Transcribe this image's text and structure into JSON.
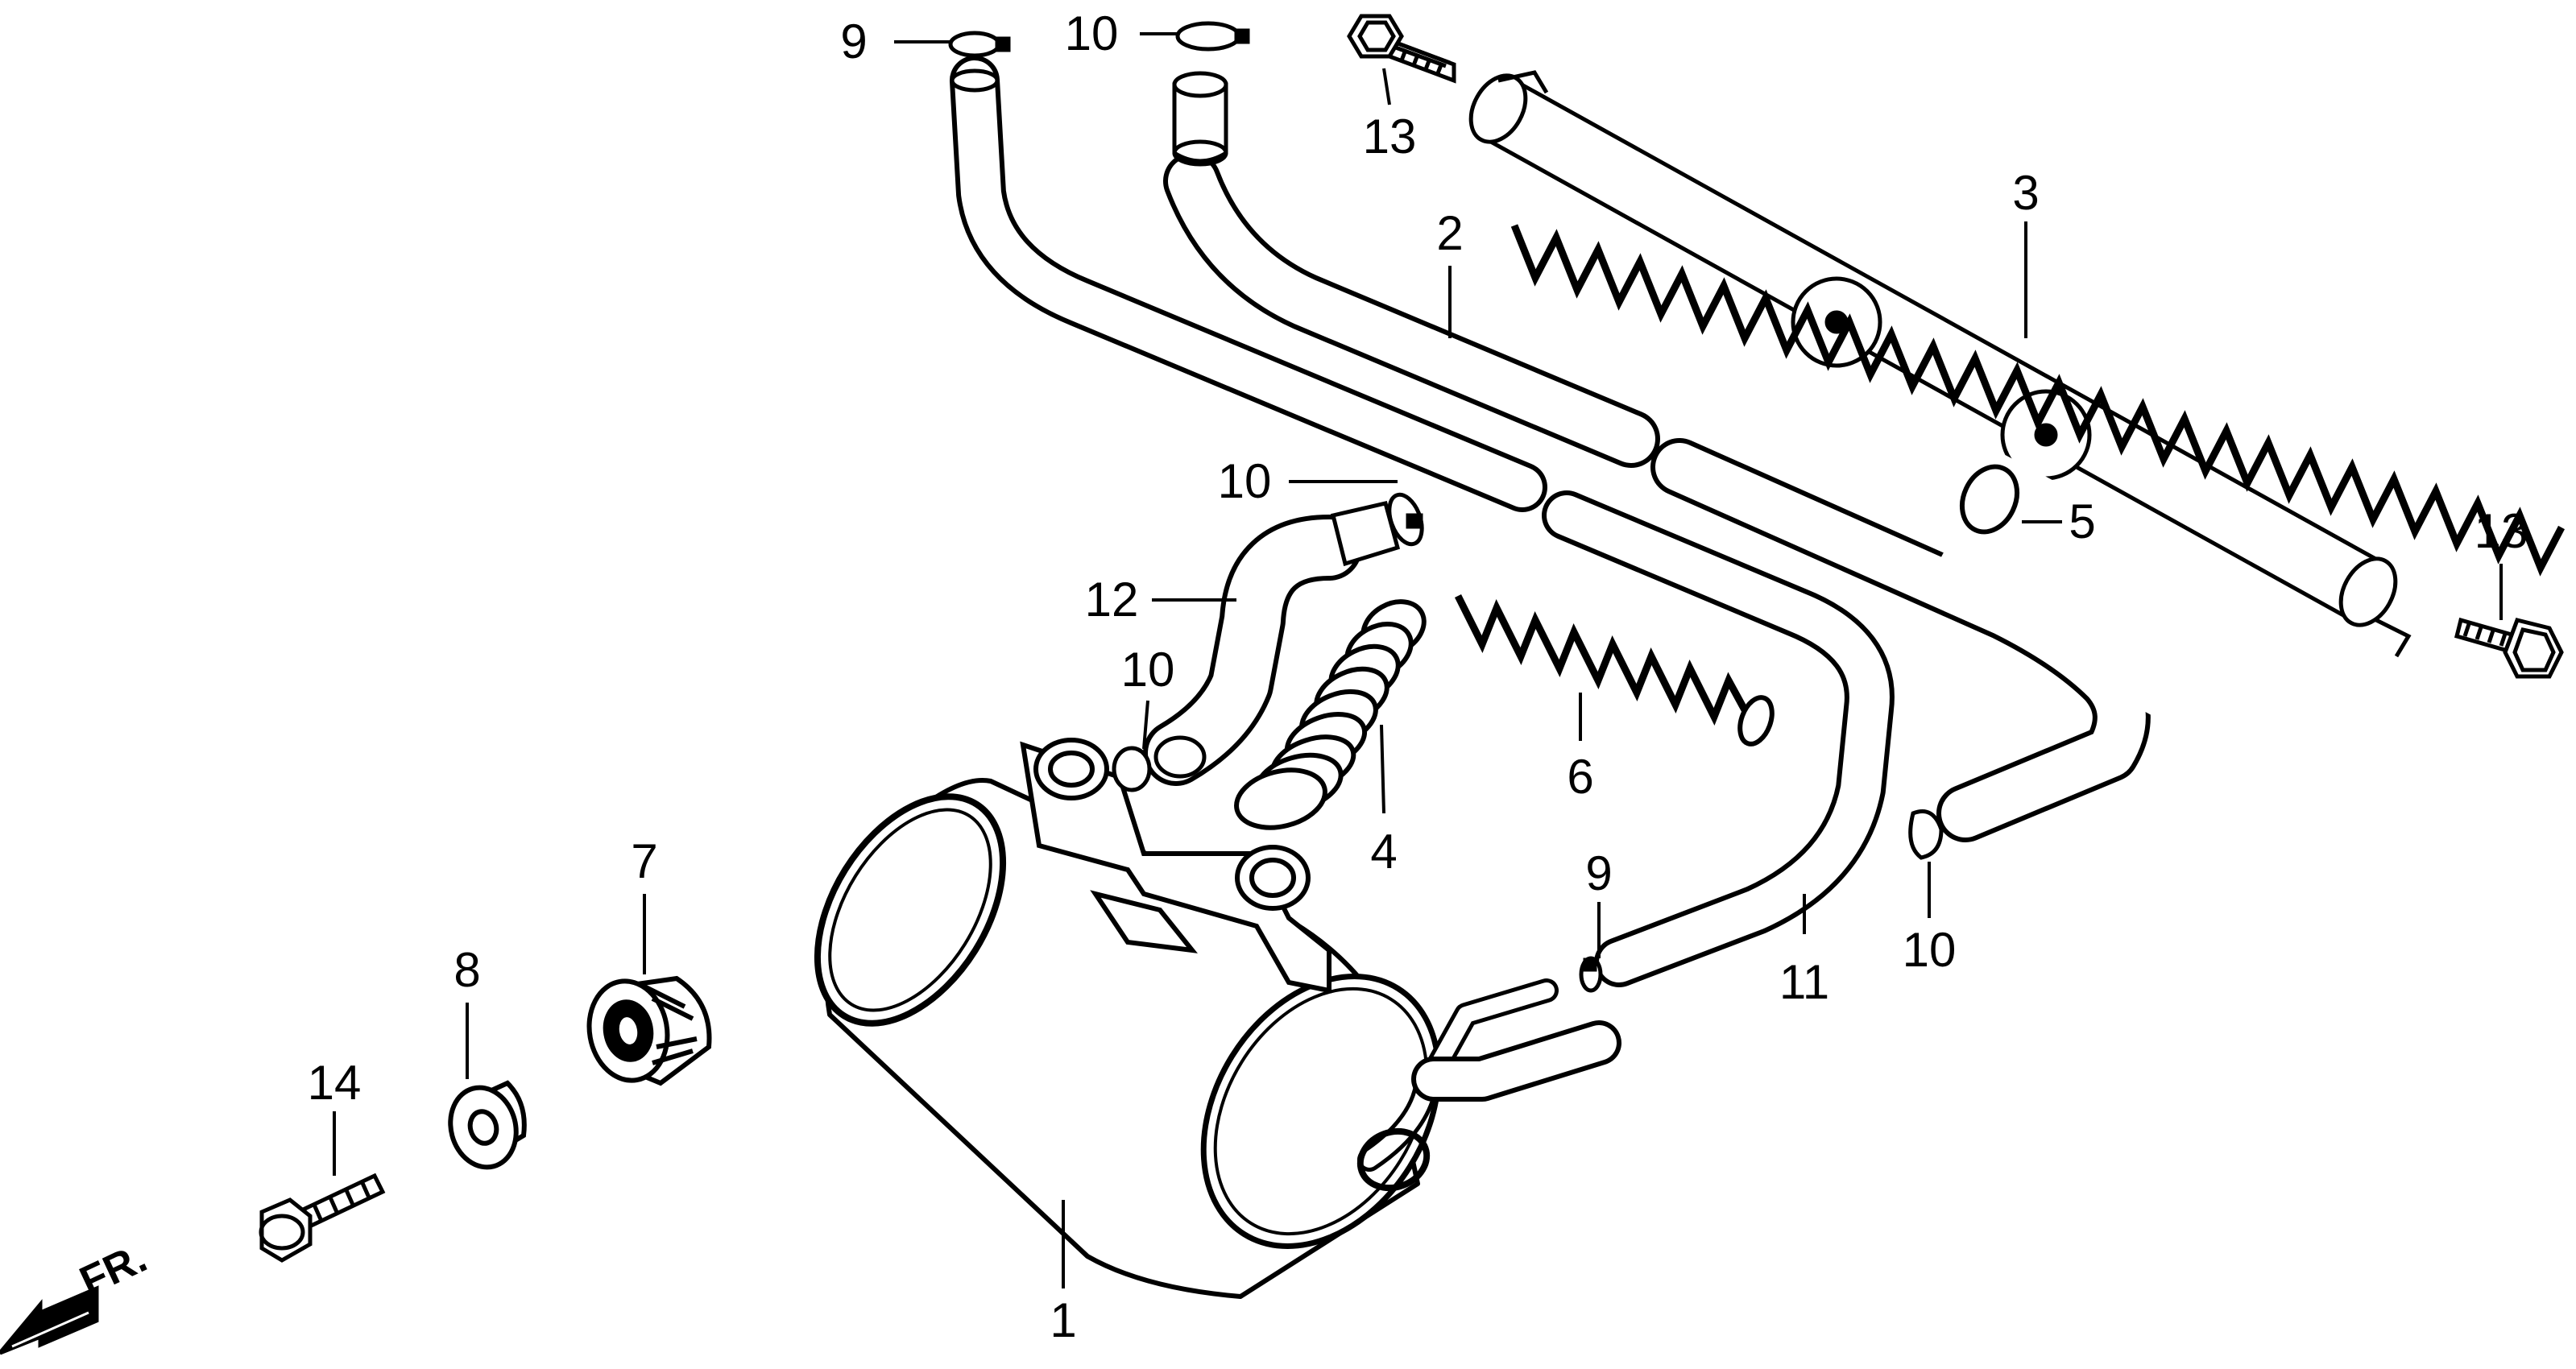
{
  "diagram": {
    "colors": {
      "ink": "#000000",
      "paper": "#ffffff"
    },
    "direction_indicator": {
      "label": "FR.",
      "icon": "front-direction-arrow-icon"
    },
    "callouts": {
      "c1": "1",
      "c2": "2",
      "c3": "3",
      "c4": "4",
      "c5": "5",
      "c6": "6",
      "c7": "7",
      "c8": "8",
      "c9a": "9",
      "c9b": "9",
      "c10a": "10",
      "c10b": "10",
      "c10c": "10",
      "c10d": "10",
      "c11": "11",
      "c12": "12",
      "c13a": "13",
      "c13b": "13",
      "c14": "14"
    }
  }
}
